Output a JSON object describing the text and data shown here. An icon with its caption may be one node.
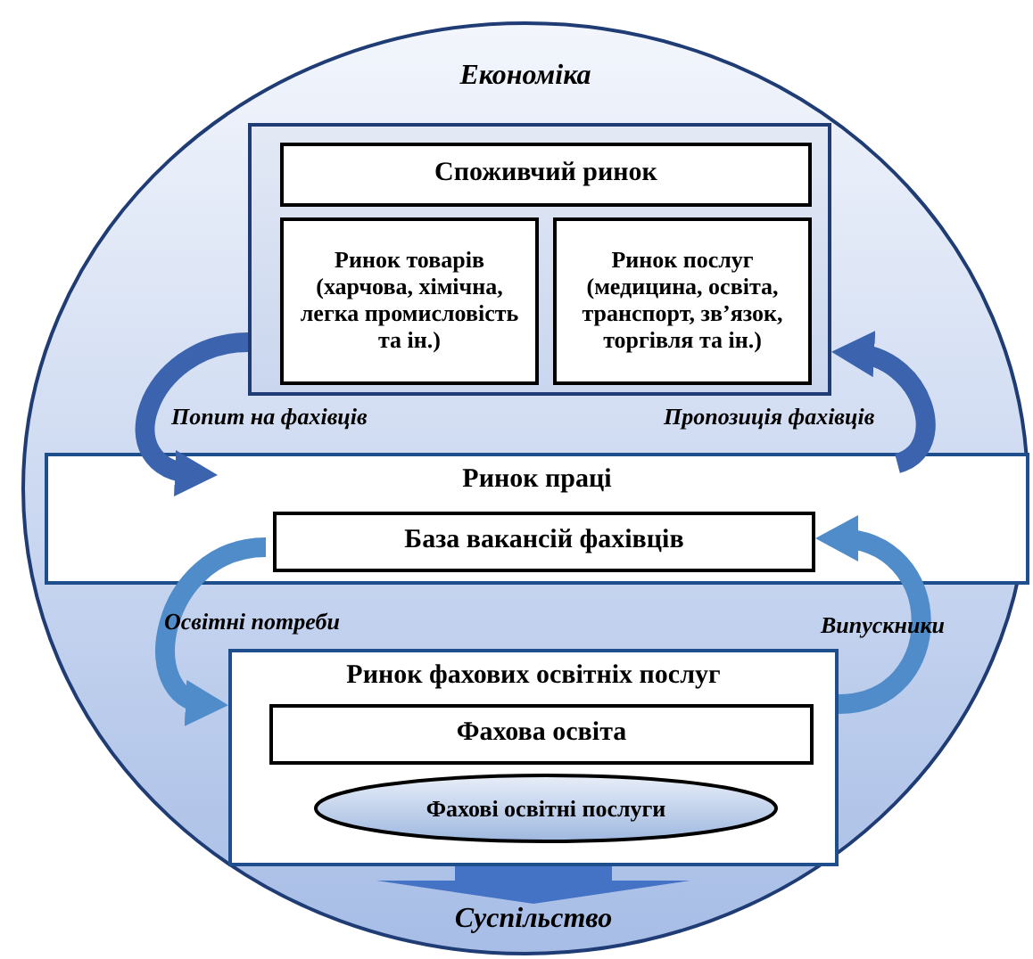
{
  "diagram": {
    "nodes": [
      {
        "text": [
          "Економіка"
        ]
      },
      {
        "text": [],
        "shape": "box",
        "in": 0
      },
      {
        "text": [
          "Споживчий ринок"
        ],
        "in": 1
      },
      {
        "text": [
          "Ринок товарів",
          "(харчова, хімічна, легка промисловість та ін.)"
        ],
        "in": 1
      },
      {
        "text": [
          "Ринок послуг",
          "(медицина, освіта, транспорт, зв’язок, торгівля та ін.)"
        ],
        "in": 1
      },
      {
        "text": [
          "Ринок праці"
        ],
        "in": 0
      },
      {
        "text": [
          "База вакансій фахівців"
        ],
        "in": 5
      },
      {
        "text": [
          "Ринок фахових освітніх послуг"
        ],
        "in": 0
      },
      {
        "text": [
          "Фахова освіта"
        ],
        "in": 7
      },
      {
        "text": [
          "Фахові освітні послуги"
        ],
        "in": 7
      },
      {
        "text": [
          "Суспільство"
        ],
        "in": 0
      }
    ],
    "edges": [
      {
        "from": 1,
        "to": 5,
        "arrow": "to",
        "label": "Попит на фахівців",
        "color": "#3b63ae"
      },
      {
        "from": 5,
        "to": 1,
        "arrow": "to",
        "label": "Пропозиція  фахівців",
        "color": "#3b63ae"
      },
      {
        "from": 6,
        "to": 7,
        "arrow": "to",
        "label": "Освітні потреби",
        "color": "#4f8cc9"
      },
      {
        "from": 7,
        "to": 6,
        "arrow": "to",
        "label": "Випускники",
        "color": "#4f8cc9"
      },
      {
        "from": 7,
        "to": 10,
        "arrow": "to",
        "style": "thick",
        "color": "#4472c4"
      }
    ]
  }
}
